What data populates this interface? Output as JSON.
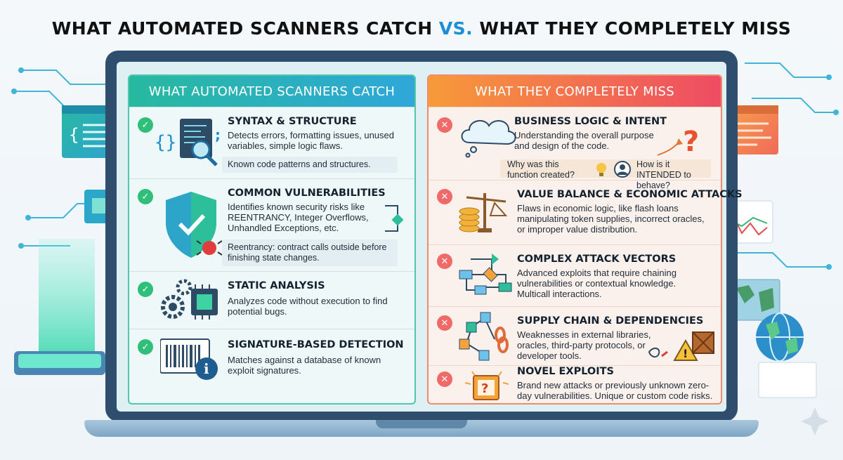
{
  "title": {
    "part1": "WHAT AUTOMATED SCANNERS CATCH ",
    "vs": "VS.",
    "part2": " WHAT THEY COMPLETELY MISS"
  },
  "colors": {
    "catch_accent": "#27b9a0",
    "miss_accent": "#ee4c63",
    "check": "#2fbf7a",
    "cross": "#f06a6a",
    "vs": "#1b8fd6"
  },
  "catch": {
    "header": "WHAT AUTOMATED SCANNERS CATCH",
    "items": [
      {
        "title": "SYNTAX & STRUCTURE",
        "desc": "Detects errors, formatting issues, unused variables, simple logic flaws.",
        "note": "Known code patterns and structures.",
        "icon": "code-magnifier-icon"
      },
      {
        "title": "COMMON VULNERABILITIES",
        "desc": "Identifies known security risks like REENTRANCY, Integer Overflows, Unhandled Exceptions, etc.",
        "note": "Reentrancy: contract calls outside before finishing state changes.",
        "icon": "shield-bug-icon"
      },
      {
        "title": "STATIC ANALYSIS",
        "desc": "Analyzes code without execution to find potential bugs.",
        "icon": "gears-chip-icon"
      },
      {
        "title": "SIGNATURE-BASED DETECTION",
        "desc": "Matches against a database of known exploit signatures.",
        "icon": "barcode-info-icon"
      }
    ]
  },
  "miss": {
    "header": "WHAT THEY COMPLETELY MISS",
    "items": [
      {
        "title": "BUSINESS LOGIC & INTENT",
        "desc": "Understanding the overall purpose and design of the code.",
        "q1": "Why was this function created?",
        "q2": "How is it INTENDED to behave?",
        "icon": "thought-cloud-icon"
      },
      {
        "title": "VALUE BALANCE & ECONOMIC ATTACKS",
        "desc": "Flaws in economic logic, like flash loans manipulating token supplies, incorrect oracles, or improper value distribution.",
        "icon": "scale-coins-icon"
      },
      {
        "title": "COMPLEX ATTACK VECTORS",
        "desc": "Advanced exploits that require chaining vulnerabilities or contextual knowledge. Multicall interactions.",
        "icon": "flowchart-icon"
      },
      {
        "title": "SUPPLY CHAIN & DEPENDENCIES",
        "desc": "Weaknesses in external libraries, oracles, third-party protocols, or developer tools.",
        "icon": "cubes-chain-icon"
      },
      {
        "title": "NOVEL EXPLOITS",
        "desc": "Brand new attacks or previously unknown zero-day vulnerabilities. Unique or custom code risks.",
        "icon": "question-box-icon"
      }
    ]
  }
}
